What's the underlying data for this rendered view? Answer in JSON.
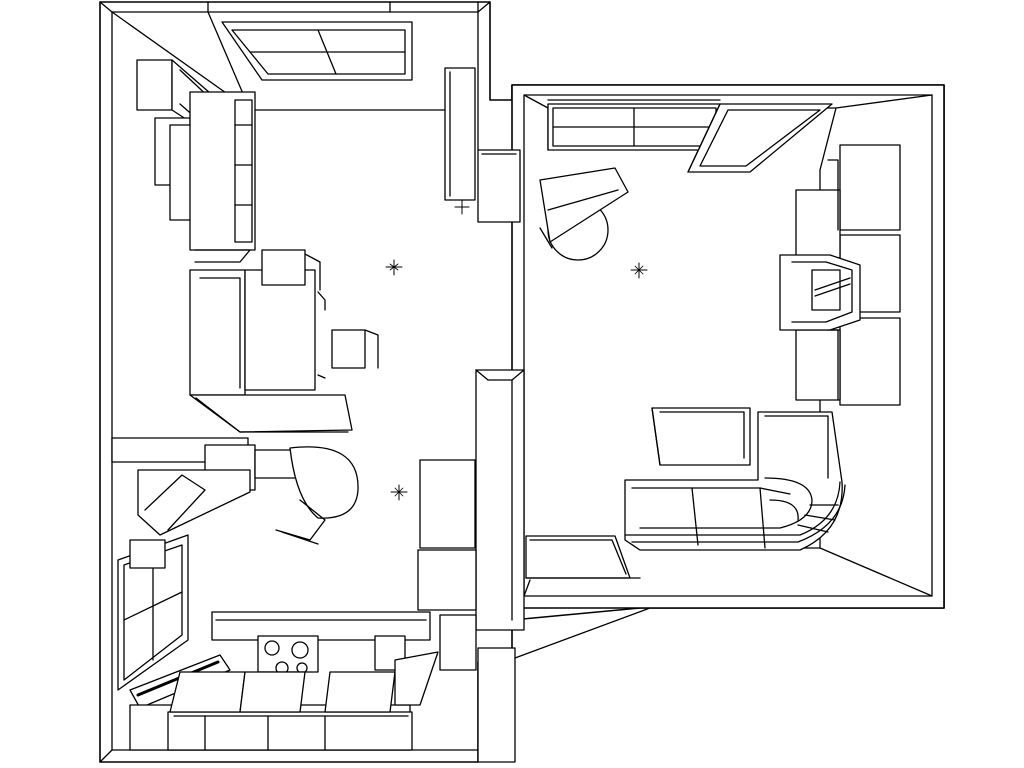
{
  "view": {
    "kind": "isometric-top-down furniture floor plan",
    "line_color": "#000000",
    "fill_color": "#ffffff",
    "labels_visible": false
  },
  "rooms": [
    {
      "name": "left-room",
      "elements": [
        "wardrobe",
        "shelving",
        "bed",
        "bedside-table",
        "armchair",
        "window",
        "desk"
      ]
    },
    {
      "name": "right-room",
      "elements": [
        "window",
        "door",
        "office-chair",
        "wall-unit",
        "tv",
        "coffee-table",
        "corner-sofa"
      ]
    },
    {
      "name": "kitchen",
      "elements": [
        "window",
        "counter",
        "cooktop",
        "sink",
        "fridge",
        "dining-table",
        "bench",
        "chairs"
      ]
    }
  ],
  "markers": {
    "count": 4,
    "icon": "crosshair-icon"
  }
}
